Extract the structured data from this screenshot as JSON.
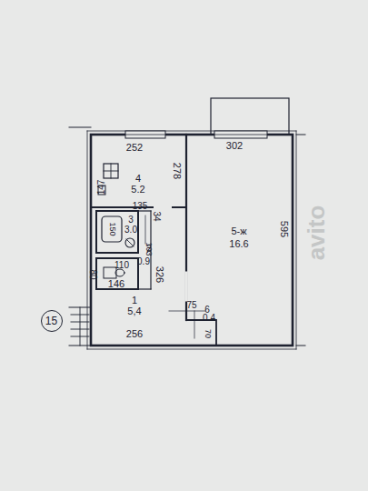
{
  "diagram": {
    "nodes": [
      {
        "text": [
          "4",
          "5.2"
        ]
      },
      {
        "text": [
          "3",
          "3.0"
        ]
      },
      {
        "text": [
          "2",
          "0.9"
        ]
      },
      {
        "text": [
          "1",
          "5,4"
        ]
      },
      {
        "text": [
          "5-ж",
          "16.6"
        ]
      },
      {
        "text": [
          "6",
          "0.4"
        ]
      },
      {
        "text": [
          "15"
        ]
      }
    ],
    "labels": [
      "252",
      "147",
      "278",
      "135",
      "34",
      "103",
      "150",
      "110",
      "80",
      "326",
      "146",
      "256",
      "302",
      "595",
      "75",
      "70",
      "avito"
    ]
  }
}
